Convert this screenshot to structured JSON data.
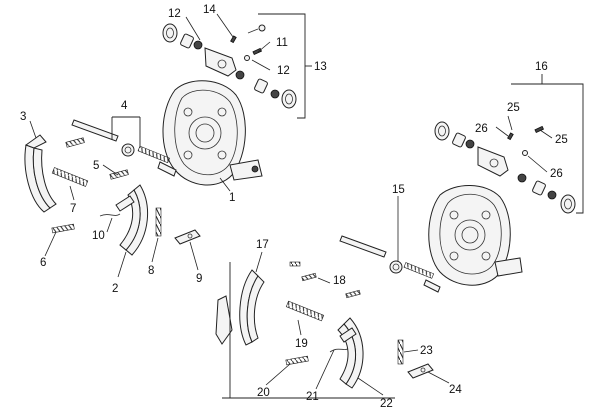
{
  "diagram": {
    "callouts": {
      "p1": "1",
      "p2": "2",
      "p3": "3",
      "p4": "4",
      "p5": "5",
      "p6": "6",
      "p7": "7",
      "p8": "8",
      "p9": "9",
      "p10": "10",
      "p11": "11",
      "p12a": "12",
      "p12b": "12",
      "p13": "13",
      "p14": "14",
      "p15": "15",
      "p16": "16",
      "p17": "17",
      "p18": "18",
      "p19": "19",
      "p20": "20",
      "p21": "21",
      "p22": "22",
      "p23": "23",
      "p24": "24",
      "p25a": "25",
      "p25b": "25",
      "p26a": "26",
      "p26b": "26"
    }
  }
}
